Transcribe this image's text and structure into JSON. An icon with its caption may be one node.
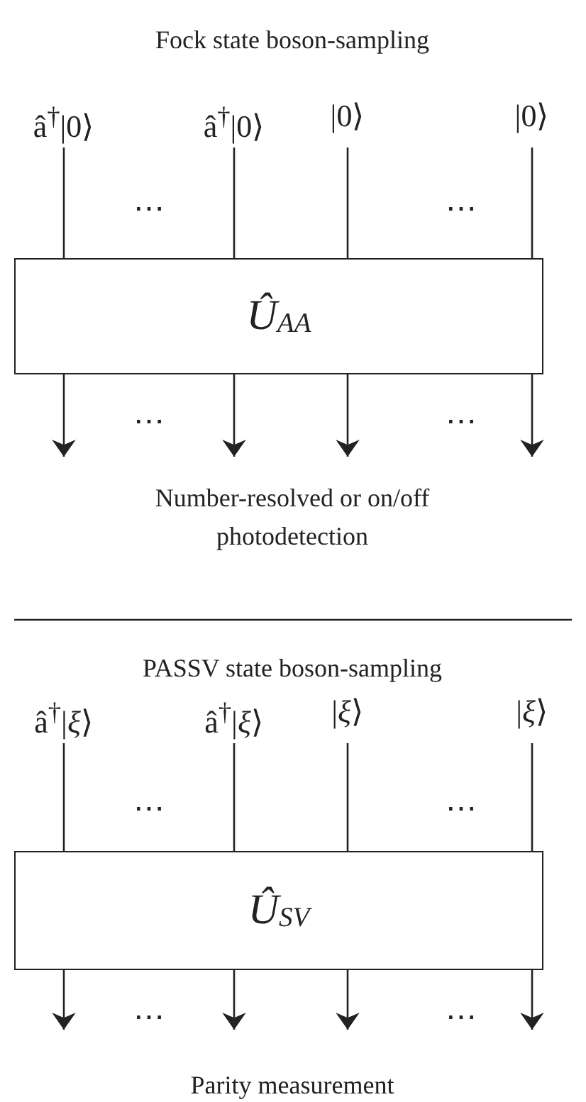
{
  "diagram": {
    "nodes": [
      {
        "text": [
          "â$^{†}$|0⟩"
        ]
      },
      {
        "text": [
          "â$^{†}$|0⟩"
        ]
      },
      {
        "text": [
          "|0⟩"
        ]
      },
      {
        "text": [
          "|0⟩"
        ]
      },
      {
        "text": [
          "Û$_{AA}$"
        ]
      },
      {
        "text": [
          "â$^{†}$|*ξ*⟩"
        ]
      },
      {
        "text": [
          "â$^{†}$|*ξ*⟩"
        ]
      },
      {
        "text": [
          "|*ξ*⟩"
        ]
      },
      {
        "text": [
          "|*ξ*⟩"
        ]
      },
      {
        "text": [
          "Û$_{SV}$"
        ]
      }
    ],
    "edges": [
      {
        "from": 0,
        "to": 4,
        "arrow": "none"
      },
      {
        "from": 1,
        "to": 4,
        "arrow": "none"
      },
      {
        "from": 2,
        "to": 4,
        "arrow": "none"
      },
      {
        "from": 3,
        "to": 4,
        "arrow": "none"
      },
      {
        "from": 4,
        "to": null,
        "arrow": "to"
      },
      {
        "from": 4,
        "to": null,
        "arrow": "to"
      },
      {
        "from": 4,
        "to": null,
        "arrow": "to"
      },
      {
        "from": 4,
        "to": null,
        "arrow": "to"
      },
      {
        "from": 5,
        "to": 9,
        "arrow": "none"
      },
      {
        "from": 6,
        "to": 9,
        "arrow": "none"
      },
      {
        "from": 7,
        "to": 9,
        "arrow": "none"
      },
      {
        "from": 8,
        "to": 9,
        "arrow": "none"
      },
      {
        "from": 9,
        "to": null,
        "arrow": "to"
      },
      {
        "from": 9,
        "to": null,
        "arrow": "to"
      },
      {
        "from": 9,
        "to": null,
        "arrow": "to"
      },
      {
        "from": 9,
        "to": null,
        "arrow": "to"
      }
    ],
    "labels": [
      "Fock state boson-sampling",
      "⋯",
      "⋯",
      "⋯",
      "⋯",
      "Number-resolved or on/off photodetection",
      "PASSV state boson-sampling",
      "⋯",
      "⋯",
      "⋯",
      "⋯",
      "Parity measurement"
    ]
  }
}
